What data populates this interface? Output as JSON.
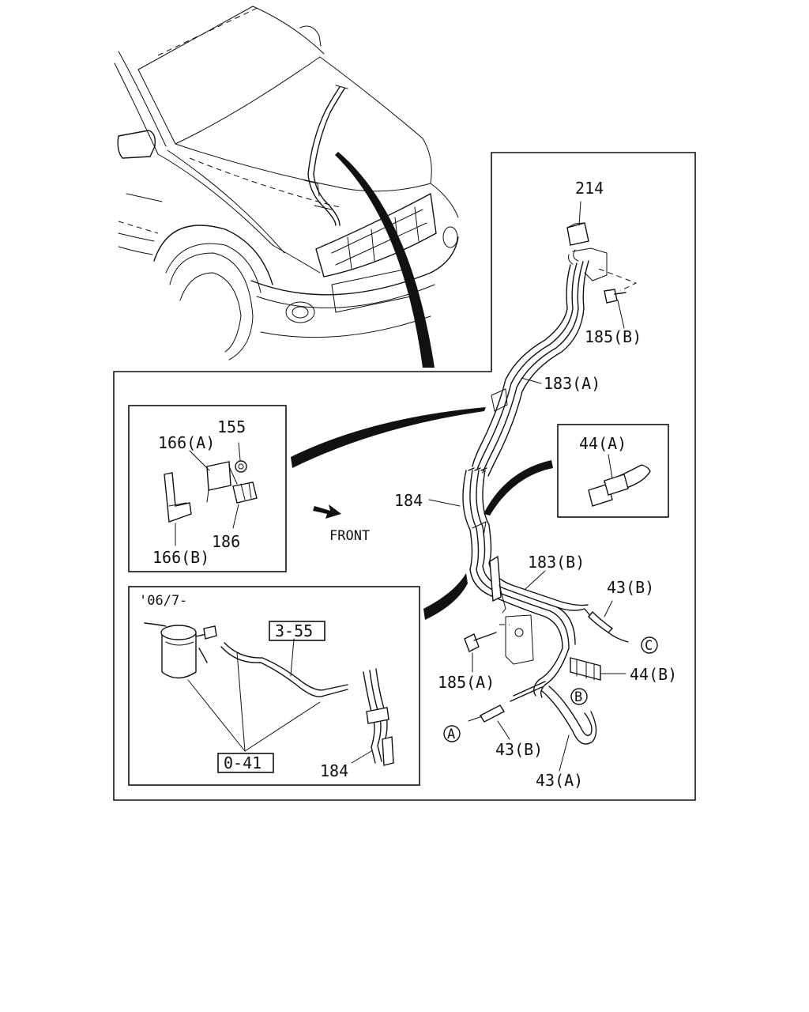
{
  "labels": {
    "p214": "214",
    "p185b": "185(B)",
    "p183a": "183(A)",
    "p184_main": "184",
    "p44a": "44(A)",
    "p183b": "183(B)",
    "p43b_top": "43(B)",
    "p185a": "185(A)",
    "p44b": "44(B)",
    "p43b_bottom": "43(B)",
    "p43a": "43(A)",
    "p155": "155",
    "p166a": "166(A)",
    "p186": "186",
    "p166b": "166(B)",
    "front": "FRONT",
    "date_range": "'06/7-",
    "ref_355": "3-55",
    "ref_041": "0-41",
    "p184_inset": "184",
    "conn_a": "A",
    "conn_b": "B",
    "conn_c": "C"
  }
}
